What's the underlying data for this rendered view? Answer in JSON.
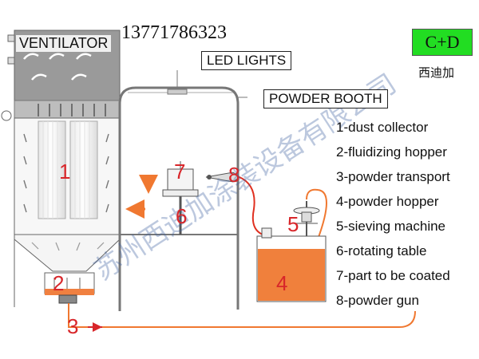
{
  "phone": "13771786323",
  "brand": {
    "logo_text": "C+D",
    "logo_color": "#22dd22",
    "name_cn": "西迪加"
  },
  "labels": {
    "ventilator": "VENTILATOR",
    "led_lights": "LED LIGHTS",
    "powder_booth": "POWDER BOOTH"
  },
  "numbers": [
    "1",
    "2",
    "3",
    "4",
    "5",
    "6",
    "7",
    "8"
  ],
  "legend": [
    "1-dust collector",
    "2-fluidizing hopper",
    "3-powder transport",
    "4-powder hopper",
    "5-sieving machine",
    "6-rotating table",
    "7-part to be coated",
    "8-powder gun"
  ],
  "watermark": "苏州西迪加涂装设备有限公司",
  "colors": {
    "accent_red": "#d8262a",
    "powder_orange": "#f0803c",
    "hose_red": "#e03020",
    "gray": "#bbbbbb"
  }
}
